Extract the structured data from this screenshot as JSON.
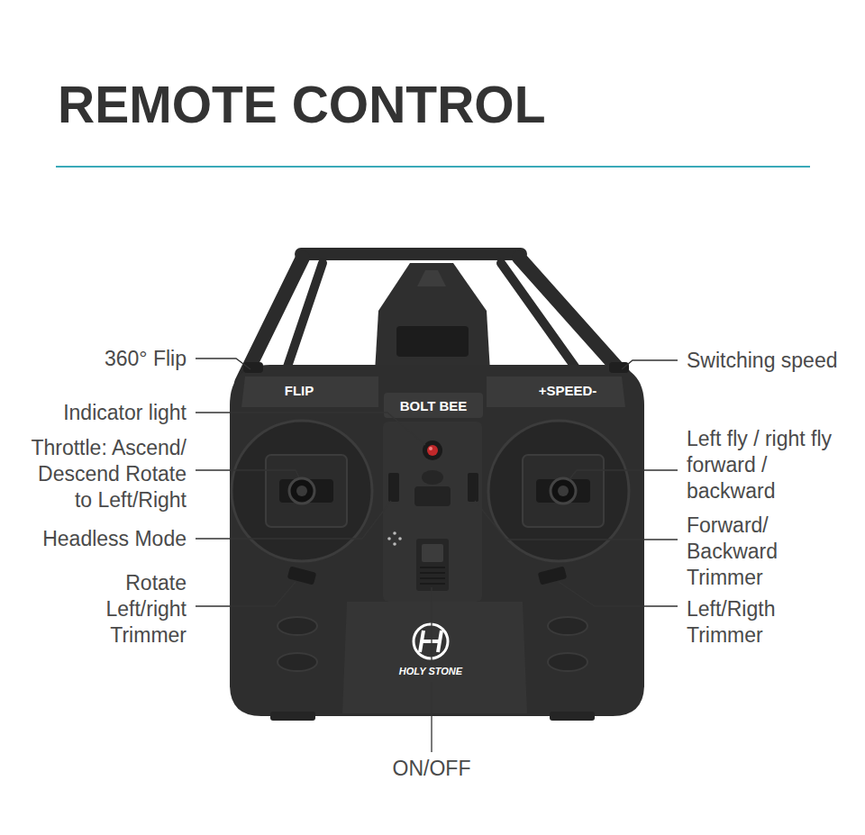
{
  "diagram": {
    "title": "REMOTE CONTROL",
    "labels": [
      "360° Flip",
      "Indicator light",
      "Throttle: Ascend/ Descend Rotate to Left/Right",
      "Headless Mode",
      "Rotate Left/right Trimmer",
      "Switching speed",
      "Left fly / right fly forward / backward",
      "Forward/ Backward Trimmer",
      "Left/Rigth Trimmer",
      "ON/OFF",
      "FLIP",
      "BOLT BEE",
      "+SPEED-",
      "HOLY STONE"
    ]
  }
}
